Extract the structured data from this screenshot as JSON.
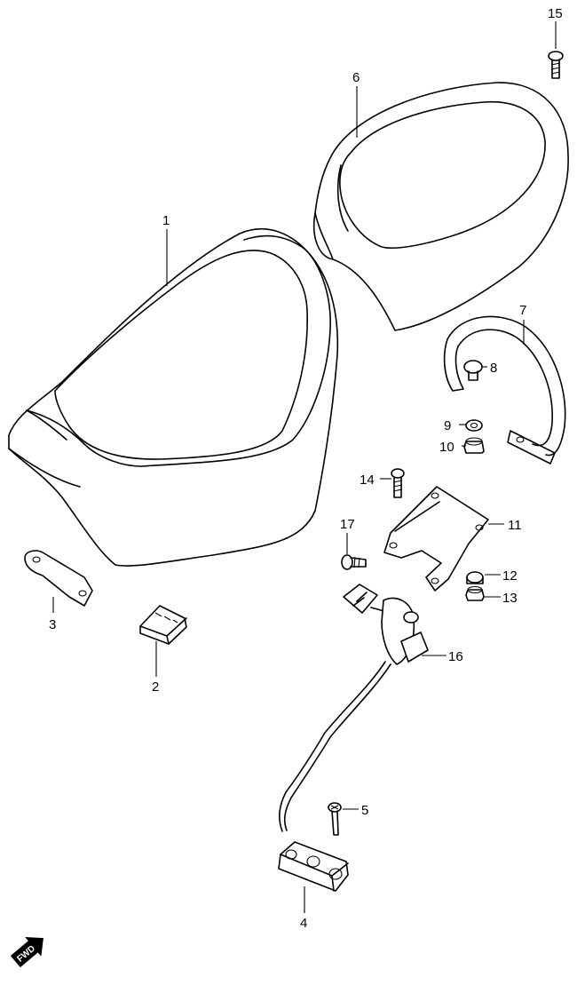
{
  "diagram": {
    "callouts": [
      {
        "id": "15",
        "text": "15"
      },
      {
        "id": "6",
        "text": "6"
      },
      {
        "id": "1",
        "text": "1"
      },
      {
        "id": "7",
        "text": "7"
      },
      {
        "id": "8",
        "text": "8"
      },
      {
        "id": "9",
        "text": "9"
      },
      {
        "id": "10",
        "text": "10"
      },
      {
        "id": "14",
        "text": "14"
      },
      {
        "id": "11",
        "text": "11"
      },
      {
        "id": "17",
        "text": "17"
      },
      {
        "id": "12",
        "text": "12"
      },
      {
        "id": "13",
        "text": "13"
      },
      {
        "id": "3",
        "text": "3"
      },
      {
        "id": "16",
        "text": "16"
      },
      {
        "id": "2",
        "text": "2"
      },
      {
        "id": "5",
        "text": "5"
      },
      {
        "id": "4",
        "text": "4"
      }
    ],
    "direction_badge": "FWD"
  }
}
